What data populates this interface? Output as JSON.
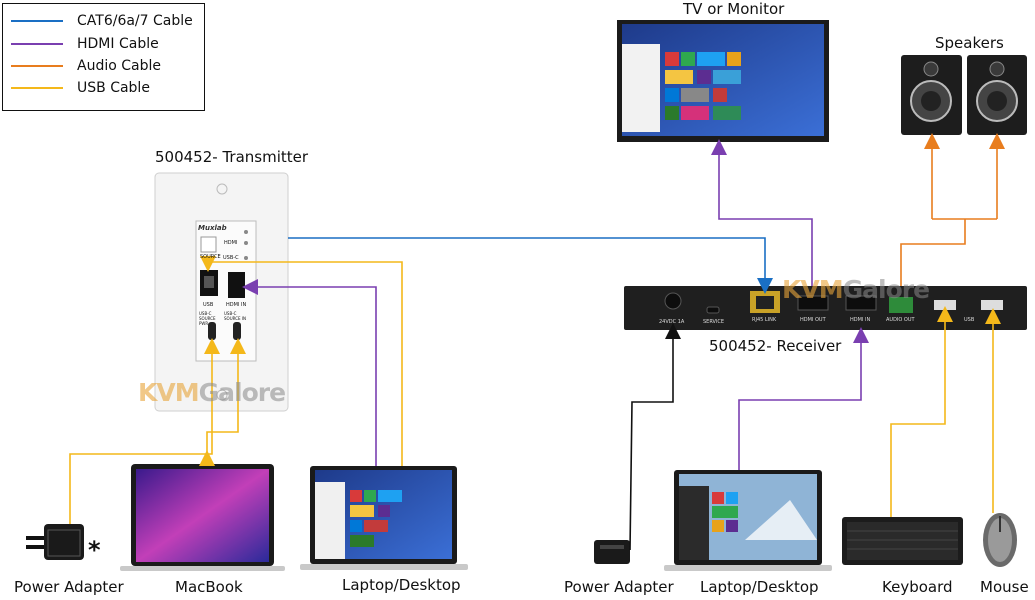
{
  "legend": {
    "items": [
      {
        "label": "CAT6/6a/7 Cable",
        "color": "#1a6fc4"
      },
      {
        "label": "HDMI Cable",
        "color": "#7a3fb0"
      },
      {
        "label": "Audio Cable",
        "color": "#e87d1e"
      },
      {
        "label": "USB Cable",
        "color": "#f4b81a"
      }
    ]
  },
  "labels": {
    "transmitter": "500452- Transmitter",
    "receiver": "500452- Receiver",
    "tv": "TV or Monitor",
    "speakers": "Speakers",
    "power_adapter_left": "Power Adapter",
    "asterisk": "*",
    "macbook": "MacBook",
    "laptop_left": "Laptop/Desktop",
    "power_adapter_right": "Power Adapter",
    "laptop_right": "Laptop/Desktop",
    "keyboard": "Keyboard",
    "mouse": "Mouse"
  },
  "transmitter_panel": {
    "brand": "Muxlab",
    "source": "SOURCE",
    "hdmi": "HDMI",
    "usbc": "USB-C",
    "usb": "USB",
    "hdmi_in": "HDMI IN",
    "usbc_pwr": "USB-C SOURCE PWR",
    "usbc_in": "USB-C SOURCE IN"
  },
  "receiver_panel": {
    "dc": "24VDC 1A",
    "service": "SERVICE",
    "rj45": "RJ45 LINK",
    "hdmi_out": "HDMI OUT",
    "hdmi_in": "HDMI IN",
    "audio_out": "AUDIO OUT",
    "usb": "USB"
  },
  "watermark": {
    "part1": "KVM",
    "part2": "Galore",
    "color1": "#e8a53a",
    "color2": "#8a8a8a"
  }
}
